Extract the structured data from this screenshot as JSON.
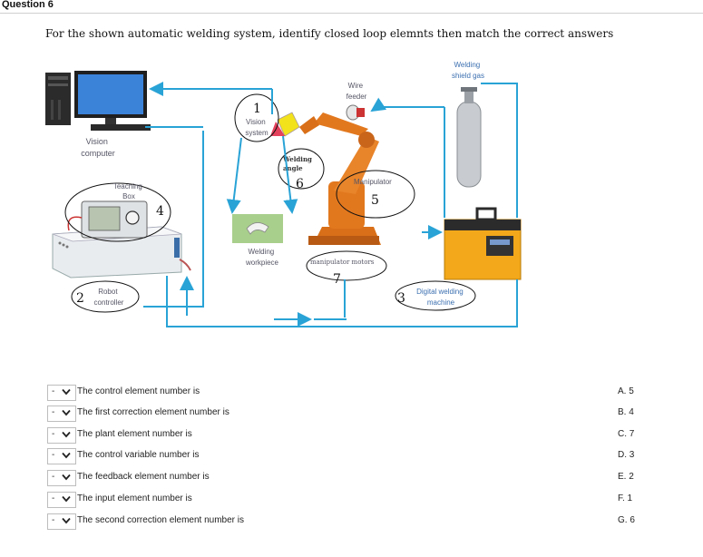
{
  "question": {
    "header": "Question 6",
    "prompt": "For the shown automatic welding system, identify closed loop elemnts then match the correct answers"
  },
  "diagram": {
    "labels": {
      "vision_computer_1": "Vision",
      "vision_computer_2": "computer",
      "teaching_box_1": "Teaching",
      "teaching_box_2": "Box",
      "robot_controller_1": "Robot",
      "robot_controller_2": "controller",
      "vision_system_1": "Vision",
      "vision_system_2": "system",
      "welding_angle_1": "Welding",
      "welding_angle_2": "angle",
      "wire_feeder_1": "Wire",
      "wire_feeder_2": "feeder",
      "shield_gas_1": "Welding",
      "shield_gas_2": "shield gas",
      "manipulator": "Manipulator",
      "workpiece_1": "Welding",
      "workpiece_2": "workpiece",
      "motors": "manipulator motors",
      "machine_1": "Digital welding",
      "machine_2": "machine"
    },
    "numbers": {
      "vision": "1",
      "controller": "2",
      "machine": "3",
      "teaching": "4",
      "manipulator": "5",
      "angle": "6",
      "motors": "7"
    }
  },
  "match_rows": [
    {
      "selected": "-",
      "text": "The control element number is"
    },
    {
      "selected": "-",
      "text": "The first correction element number is"
    },
    {
      "selected": "-",
      "text": "The plant element number is"
    },
    {
      "selected": "-",
      "text": "The control variable number is"
    },
    {
      "selected": "-",
      "text": "The feedback element number is"
    },
    {
      "selected": "-",
      "text": "The input element number is"
    },
    {
      "selected": "-",
      "text": "The second correction element number is"
    }
  ],
  "answers": [
    "A. 5",
    "B. 4",
    "C. 7",
    "D. 3",
    "E. 2",
    "F. 1",
    "G. 6"
  ],
  "colors": {
    "arrow": "#29a3d6",
    "robot": "#e2781e",
    "machine": "#f2a81a",
    "monitor": "#3b82d9"
  }
}
